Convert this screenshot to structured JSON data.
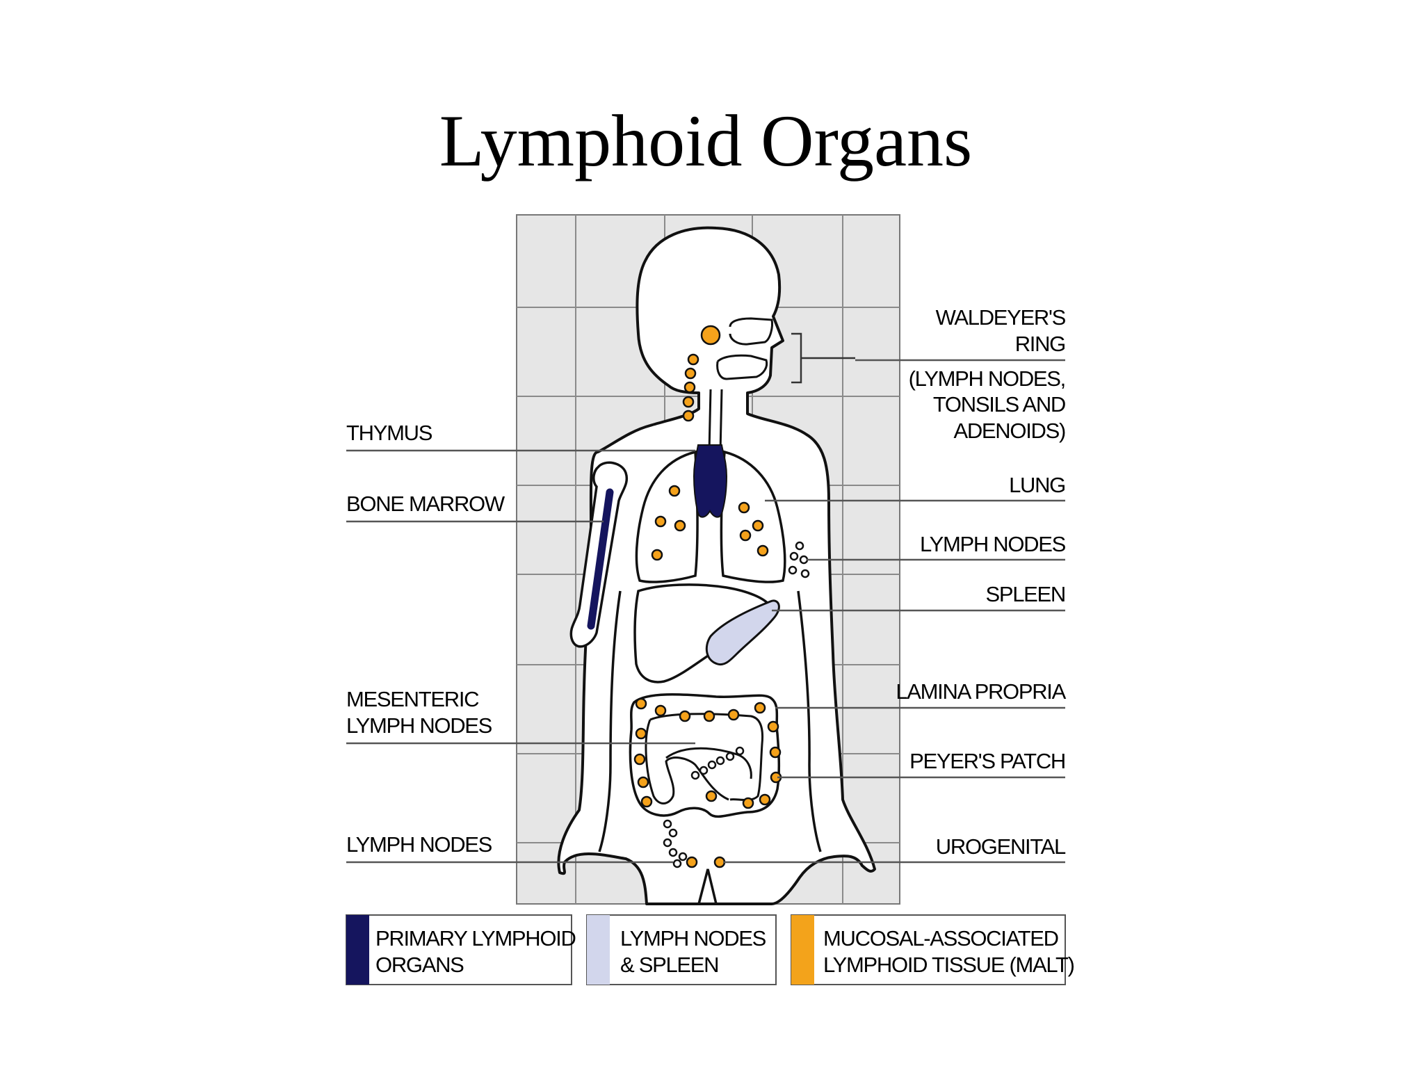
{
  "title": "Lymphoid Organs",
  "labels": {
    "thymus": "THYMUS",
    "bone_marrow": "BONE MARROW",
    "mesenteric_line1": "MESENTERIC",
    "mesenteric_line2": "LYMPH NODES",
    "lymph_nodes_left": "LYMPH NODES",
    "waldeyer_line1": "WALDEYER'S",
    "waldeyer_line2": "RING",
    "waldeyer_line3": "(LYMPH NODES,",
    "waldeyer_line4": "TONSILS AND",
    "waldeyer_line5": "ADENOIDS)",
    "lung": "LUNG",
    "lymph_nodes_right": "LYMPH NODES",
    "spleen": "SPLEEN",
    "lamina_propria": "LAMINA PROPRIA",
    "peyers_patch": "PEYER'S PATCH",
    "urogenital": "UROGENITAL"
  },
  "legend": [
    {
      "line1": "PRIMARY LYMPHOID",
      "line2": "ORGANS",
      "color": "#15155e"
    },
    {
      "line1": "LYMPH NODES",
      "line2": "& SPLEEN",
      "color": "#d2d6ec"
    },
    {
      "line1": "MUCOSAL-ASSOCIATED",
      "line2": "LYMPHOID TISSUE (MALT)",
      "color": "#f3a31b"
    }
  ],
  "colors": {
    "primary": "#15155e",
    "secondary": "#d2d6ec",
    "malt": "#f3a31b",
    "grid_background": "#e6e6e6"
  }
}
